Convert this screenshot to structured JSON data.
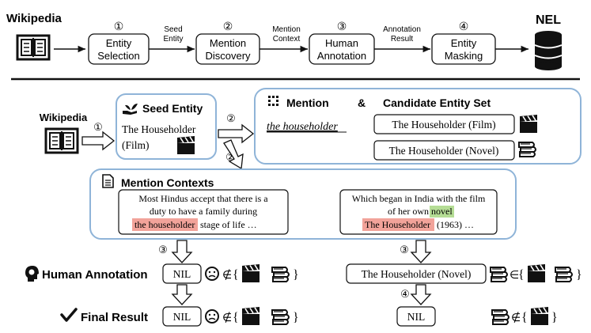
{
  "pipeline": {
    "source_label": "Wikipedia",
    "target_label": "NEL",
    "steps": [
      {
        "number": "①",
        "label_line1": "Entity",
        "label_line2": "Selection"
      },
      {
        "number": "②",
        "label_line1": "Mention",
        "label_line2": "Discovery"
      },
      {
        "number": "③",
        "label_line1": "Human",
        "label_line2": "Annotation"
      },
      {
        "number": "④",
        "label_line1": "Entity",
        "label_line2": "Masking"
      }
    ],
    "connectors": [
      {
        "line1": "Seed",
        "line2": "Entity"
      },
      {
        "line1": "Mention",
        "line2": "Context"
      },
      {
        "line1": "Annotation",
        "line2": "Result"
      }
    ]
  },
  "example": {
    "wikipedia_label": "Wikipedia",
    "step_markers": {
      "one": "①",
      "two": "②",
      "three": "③",
      "four": "④"
    },
    "seed_entity": {
      "title": "Seed Entity",
      "line1": "The Householder",
      "line2": "(Film)"
    },
    "mention_panel": {
      "mention_title": "Mention",
      "ampersand": "&",
      "candidate_title": "Candidate Entity Set",
      "mention_text": "the householder",
      "candidates": [
        "The Householder (Film)",
        "The Householder (Novel)"
      ]
    },
    "contexts": {
      "title": "Mention Contexts",
      "left": {
        "line1": "Most Hindus accept that there is a",
        "line2": "duty to have a family during",
        "highlight": "the householder",
        "line3_rest": " stage of life …"
      },
      "right": {
        "line1": "Which began in India with the film",
        "line2_pre": "of her own ",
        "line2_highlight": "novel",
        "highlight": "The Householder",
        "line3_rest": " (1963) …"
      }
    },
    "human_annotation": {
      "label": "Human Annotation",
      "left_value": "NIL",
      "right_value": "The Householder (Novel)",
      "not_in": "∉",
      "in": "∈",
      "brace_open": "{",
      "brace_close": "}"
    },
    "final_result": {
      "label": "Final Result",
      "left_value": "NIL",
      "right_value": "NIL",
      "not_in": "∉"
    }
  },
  "colors": {
    "panel_border": "#8fb4d8",
    "highlight_red": "#f2a39a",
    "highlight_green": "#b5dd95"
  }
}
